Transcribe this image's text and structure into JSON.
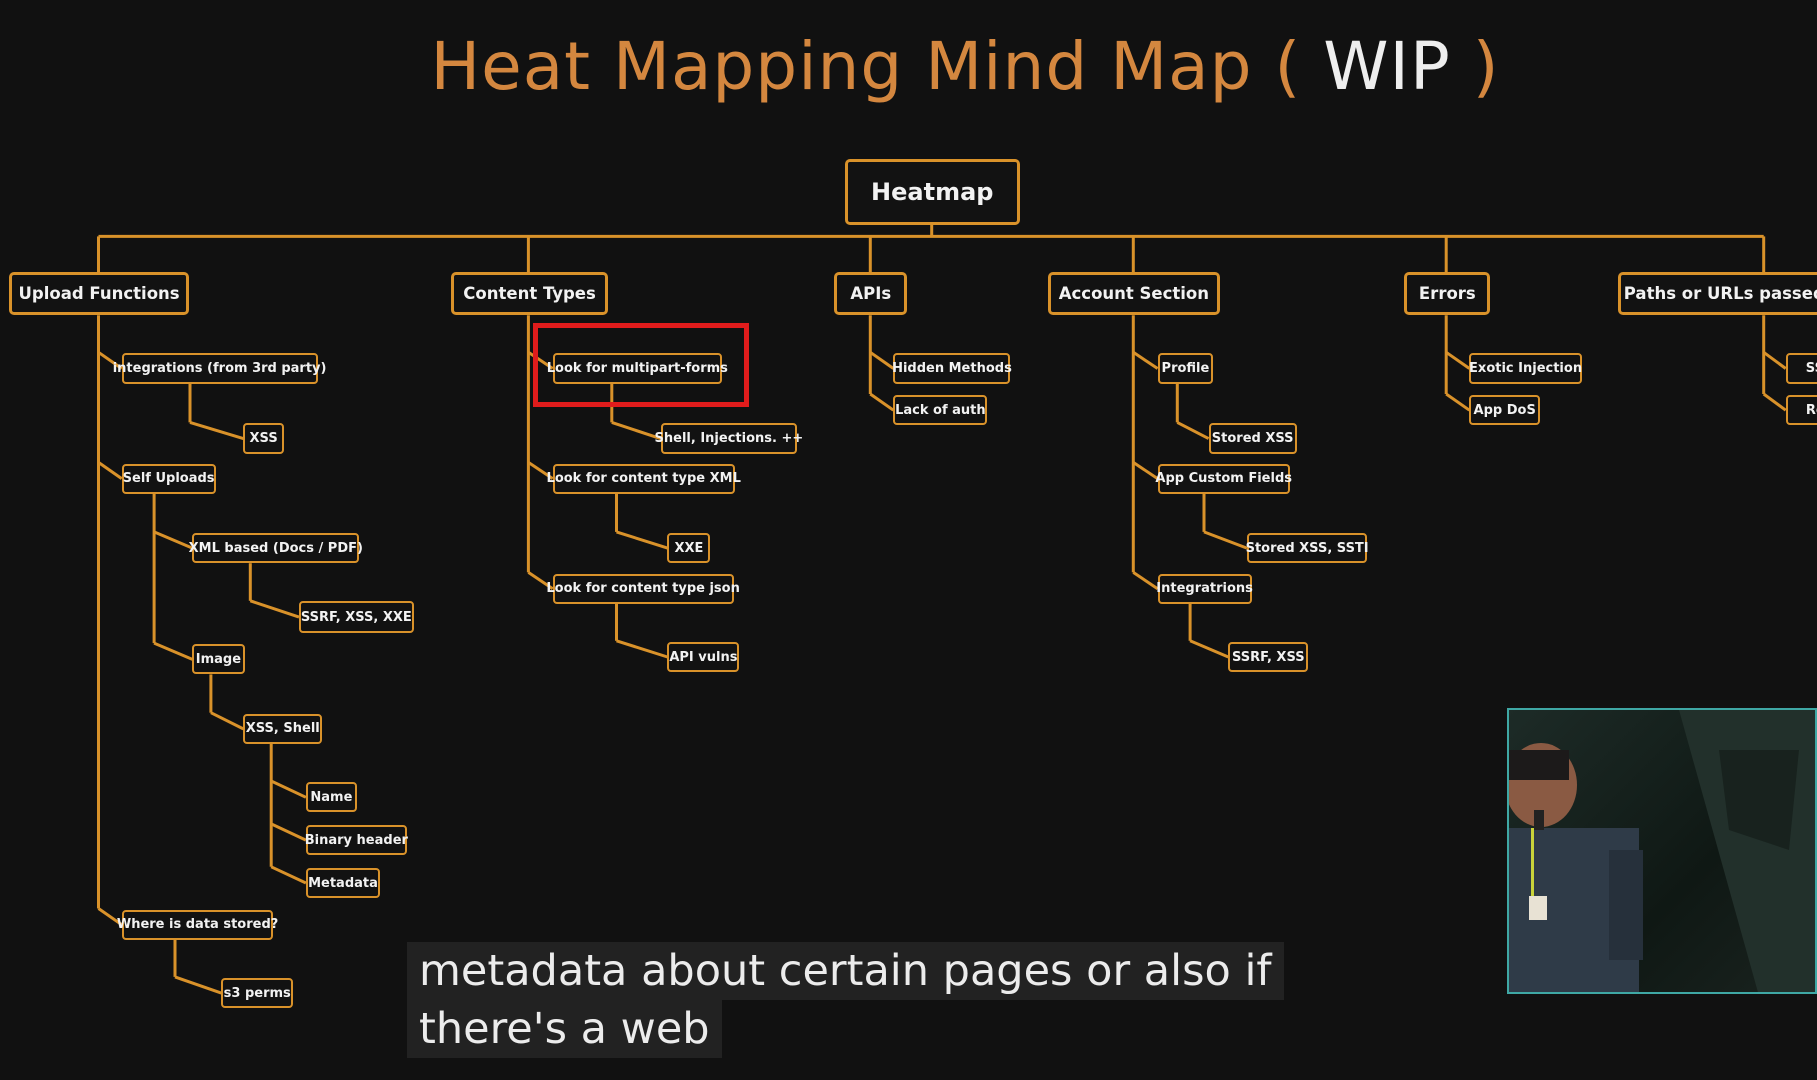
{
  "title": {
    "main": "Heat Mapping Mind Map",
    "paren_open": " ( ",
    "wip": "WIP",
    "paren_close": " )"
  },
  "mindmap": {
    "root": "Heatmap",
    "branches": [
      {
        "label": "Upload Functions",
        "children": [
          {
            "label": "integrations (from 3rd party)",
            "children": [
              {
                "label": "XSS"
              }
            ]
          },
          {
            "label": "Self Uploads",
            "children": [
              {
                "label": "XML based (Docs / PDF)",
                "children": [
                  {
                    "label": "SSRF, XSS, XXE"
                  }
                ]
              },
              {
                "label": "Image",
                "children": [
                  {
                    "label": "XSS, Shell",
                    "children": [
                      {
                        "label": "Name"
                      },
                      {
                        "label": "Binary header"
                      },
                      {
                        "label": "Metadata"
                      }
                    ]
                  }
                ]
              }
            ]
          },
          {
            "label": "Where is data stored?",
            "children": [
              {
                "label": "s3 perms"
              }
            ]
          }
        ]
      },
      {
        "label": "Content Types",
        "children": [
          {
            "label": "Look for multipart-forms",
            "highlighted": true,
            "children": [
              {
                "label": "Shell, Injections. ++"
              }
            ]
          },
          {
            "label": "Look for content type XML",
            "children": [
              {
                "label": "XXE"
              }
            ]
          },
          {
            "label": "Look for content type json",
            "children": [
              {
                "label": "API vulns"
              }
            ]
          }
        ]
      },
      {
        "label": "APIs",
        "children": [
          {
            "label": "Hidden Methods"
          },
          {
            "label": "Lack of auth"
          }
        ]
      },
      {
        "label": "Account Section",
        "children": [
          {
            "label": "Profile",
            "children": [
              {
                "label": "Stored XSS"
              }
            ]
          },
          {
            "label": "App Custom Fields",
            "children": [
              {
                "label": "Stored XSS, SSTI"
              }
            ]
          },
          {
            "label": "Integratrions",
            "children": [
              {
                "label": "SSRF, XSS"
              }
            ]
          }
        ]
      },
      {
        "label": "Errors",
        "children": [
          {
            "label": "Exotic Injection"
          },
          {
            "label": "App DoS"
          }
        ]
      },
      {
        "label": "Paths or URLs passed",
        "children": [
          {
            "label": "SSR"
          },
          {
            "label": "Red"
          }
        ]
      }
    ]
  },
  "subtitle": {
    "line1": "metadata about certain pages or also if",
    "line2": "there's a web"
  },
  "colors": {
    "accent": "#d9922a",
    "title": "#d4873f",
    "highlight": "#e01c1c",
    "webcam_border": "#3fa8a5"
  }
}
